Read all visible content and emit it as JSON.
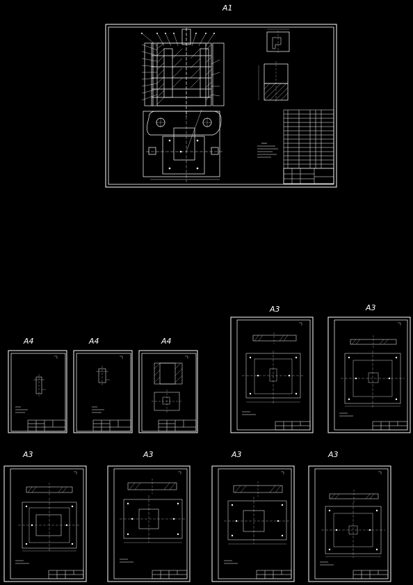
{
  "sheets": [
    {
      "id": "s-a1",
      "label": "A1",
      "kind": "assembly"
    },
    {
      "id": "s-a4-1",
      "label": "A4",
      "kind": "part-small"
    },
    {
      "id": "s-a4-2",
      "label": "A4",
      "kind": "part-small"
    },
    {
      "id": "s-a4-3",
      "label": "A4",
      "kind": "part-block"
    },
    {
      "id": "s-a3-1",
      "label": "A3",
      "kind": "plate"
    },
    {
      "id": "s-a3-2",
      "label": "A3",
      "kind": "plate"
    },
    {
      "id": "s-a3-3",
      "label": "A3",
      "kind": "plate-square"
    },
    {
      "id": "s-a3-4",
      "label": "A3",
      "kind": "plate-square"
    },
    {
      "id": "s-a3-5",
      "label": "A3",
      "kind": "plate-square"
    },
    {
      "id": "s-a3-6",
      "label": "A3",
      "kind": "plate"
    }
  ],
  "colors": {
    "background": "#000000",
    "line": "#ffffff"
  }
}
